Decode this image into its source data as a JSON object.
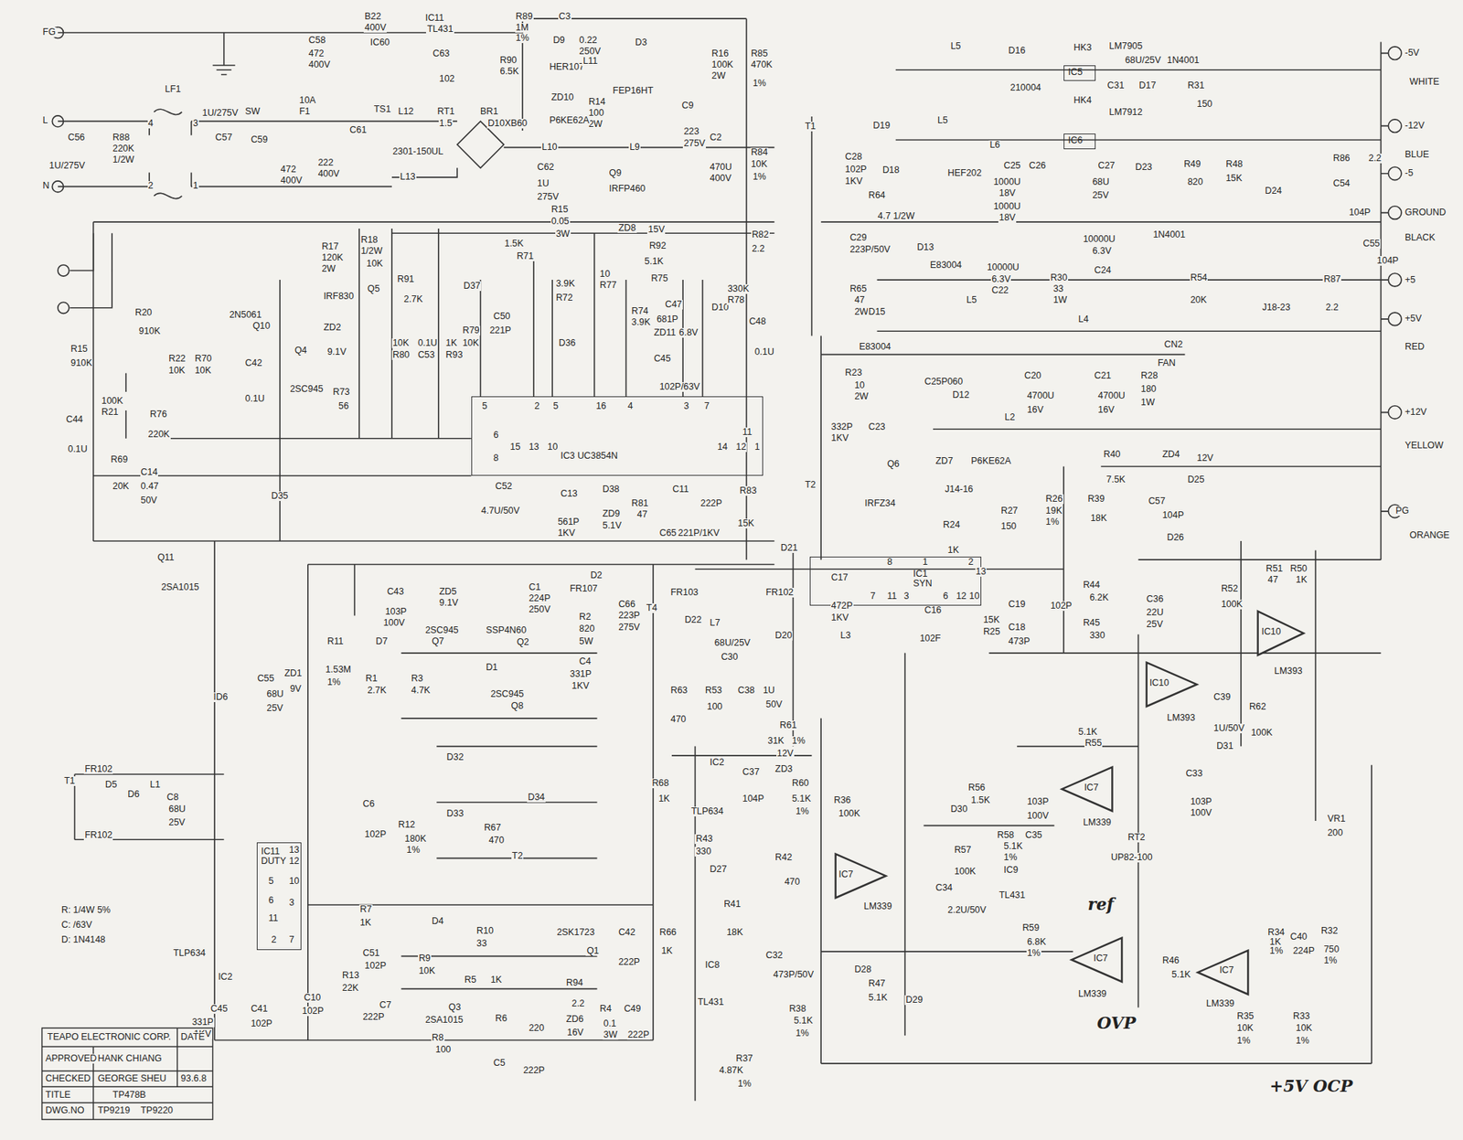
{
  "diagram": {
    "nodes": [
      {
        "text": [
          "IC3 UC3854N"
        ]
      },
      {
        "text": [
          "IC1 SYN"
        ]
      },
      {
        "text": [
          "IC11 DUTY"
        ]
      },
      {
        "text": [
          "IC5"
        ]
      },
      {
        "text": [
          "IC6"
        ]
      },
      {
        "text": [
          "IC10"
        ]
      },
      {
        "text": [
          "IC10"
        ]
      },
      {
        "text": [
          "IC7"
        ]
      },
      {
        "text": [
          "IC7"
        ]
      },
      {
        "text": [
          "IC7"
        ]
      },
      {
        "text": [
          "IC7"
        ]
      }
    ],
    "labels": [
      "FG",
      "L",
      "N",
      "C56",
      "1U/275V",
      "R88",
      "220K",
      "1/2W",
      "LF1",
      "4",
      "3",
      "2",
      "1",
      "1U/275V",
      "C57",
      "SW",
      "C59",
      "10A",
      "F1",
      "472",
      "400V",
      "C58",
      "472",
      "400V",
      "B22",
      "400V",
      "IC60",
      "C61",
      "222",
      "400V",
      "TS1",
      "L12",
      "RT1",
      "1.5",
      "2301-150UL",
      "L13",
      "BR1",
      "D10XB60",
      "IC11",
      "TL431",
      "C63",
      "102",
      "R90",
      "6.5K",
      "R89",
      "1M",
      "1%",
      "C3",
      "D9",
      "0.22",
      "250V",
      "HER107",
      "L11",
      "D3",
      "FEP16HT",
      "ZD10",
      "R14",
      "100",
      "2W",
      "P6KE62A",
      "L10",
      "L9",
      "C9",
      "223",
      "275V",
      "C2",
      "470U",
      "400V",
      "R16",
      "100K",
      "2W",
      "R85",
      "470K",
      "1%",
      "R84",
      "10K",
      "1%",
      "C62",
      "1U",
      "275V",
      "Q9",
      "IRFP460",
      "R15",
      "0.05",
      "3W",
      "ZD8",
      "15V",
      "R92",
      "5.1K",
      "R82",
      "2.2",
      "1.5K",
      "R71",
      "R17",
      "120K",
      "2W",
      "R18",
      "1/2W",
      "10K",
      "IRF830",
      "Q5",
      "R91",
      "2.7K",
      "D37",
      "R20",
      "910K",
      "2N5061",
      "Q10",
      "ZD2",
      "9.1V",
      "Q4",
      "2SC945",
      "R73",
      "56",
      "R15",
      "910K",
      "R22",
      "10K",
      "R70",
      "10K",
      "C42",
      "0.1U",
      "C44",
      "0.1U",
      "100K",
      "R21",
      "R76",
      "220K",
      "R69",
      "20K",
      "C14",
      "0.47",
      "50V",
      "Q11",
      "2SA1015",
      "D35",
      "10K",
      "R80",
      "0.1U",
      "C53",
      "1K",
      "R93",
      "R79",
      "10K",
      "C50",
      "221P",
      "3.9K",
      "R72",
      "D36",
      "10",
      "R77",
      "R75",
      "R74",
      "3.9K",
      "C47",
      "681P",
      "ZD11",
      "6.8V",
      "C45",
      "102P/63V",
      "D10",
      "330K",
      "R78",
      "C48",
      "0.1U",
      "5",
      "2",
      "5",
      "16",
      "4",
      "3",
      "7",
      "11",
      "6",
      "8",
      "15",
      "13",
      "10",
      "14",
      "12",
      "1",
      "C52",
      "4.7U/50V",
      "561P",
      "1KV",
      "C13",
      "D38",
      "ZD9",
      "5.1V",
      "R81",
      "47",
      "C11",
      "222P",
      "C65",
      "221P/1KV",
      "R83",
      "15K",
      "C43",
      "103P",
      "100V",
      "ZD5",
      "9.1V",
      "C1",
      "224P",
      "250V",
      "D2",
      "FR107",
      "R2",
      "820",
      "5W",
      "C66",
      "223P",
      "275V",
      "T4",
      "2SC945",
      "Q7",
      "SSP4N60",
      "Q2",
      "R11",
      "1.53M",
      "1%",
      "D7",
      "R1",
      "2.7K",
      "R3",
      "4.7K",
      "D1",
      "C4",
      "331P",
      "1KV",
      "2SC945",
      "Q8",
      "C55",
      "68U",
      "25V",
      "ZD1",
      "9V",
      "ID6",
      "FR102",
      "D5",
      "L1",
      "T1",
      "D6",
      "C8",
      "68U",
      "25V",
      "FR102",
      "D32",
      "D34",
      "D33",
      "R67",
      "470",
      "T2",
      "C6",
      "102P",
      "R12",
      "180K",
      "1%",
      "13",
      "12",
      "5",
      "10",
      "6",
      "3",
      "11",
      "2",
      "7",
      "R7",
      "1K",
      "C51",
      "102P",
      "R13",
      "22K",
      "D4",
      "R10",
      "33",
      "2SK1723",
      "Q1",
      "C42",
      "222P",
      "R66",
      "1K",
      "R9",
      "10K",
      "R5",
      "1K",
      "R94",
      "2.2",
      "Q3",
      "2SA1015",
      "R6",
      "220",
      "ZD6",
      "16V",
      "R4",
      "0.1",
      "3W",
      "C49",
      "222P",
      "R8",
      "100",
      "C7",
      "222P",
      "C5",
      "222P",
      "TLP634",
      "IC2",
      "C45",
      "331P",
      "1KV",
      "C41",
      "102P",
      "C10",
      "102P",
      "R: 1/4W 5%",
      "C: /63V",
      "D: 1N4148",
      "TEAPO ELECTRONIC CORP.",
      "DATE",
      "APPROVED",
      "HANK CHIANG",
      "CHECKED",
      "GEORGE SHEU",
      "93.6.8",
      "TITLE",
      "TP478B",
      "DWG.NO",
      "TP9219",
      "TP9220",
      "L5",
      "D16",
      "210004",
      "HK3",
      "LM7905",
      "68U/25V",
      "1N4001",
      "-5V",
      "WHITE",
      "C31",
      "D17",
      "R31",
      "150",
      "HK4",
      "LM7912",
      "-12V",
      "BLUE",
      "T1",
      "D19",
      "L5",
      "L6",
      "C28",
      "102P",
      "1KV",
      "D18",
      "HEF202",
      "R64",
      "4.7 1/2W",
      "C25",
      "C26",
      "1000U",
      "18V",
      "1000U",
      "18V",
      "C27",
      "D23",
      "68U",
      "25V",
      "R49",
      "820",
      "R48",
      "15K",
      "R86",
      "2.2",
      "C54",
      "104P",
      "D24",
      "-5",
      "GROUND",
      "BLACK",
      "1N4001",
      "10000U",
      "6.3V",
      "C24",
      "C29",
      "223P/50V",
      "D13",
      "E83004",
      "10000U",
      "6.3V",
      "C22",
      "R30",
      "33",
      "1W",
      "R54",
      "20K",
      "C55",
      "104P",
      "R87",
      "2.2",
      "+5",
      "R65",
      "47",
      "2W",
      "D15",
      "L5",
      "L4",
      "J18-23",
      "+5V",
      "RED",
      "E83004",
      "CN2",
      "FAN",
      "R23",
      "10",
      "2W",
      "C25P060",
      "D12",
      "C20",
      "C21",
      "4700U",
      "16V",
      "4700U",
      "16V",
      "R28",
      "180",
      "1W",
      "L2",
      "+12V",
      "YELLOW",
      "332P",
      "1KV",
      "C23",
      "ZD7",
      "P6KE62A",
      "Q6",
      "J14-16",
      "R40",
      "7.5K",
      "ZD4",
      "12V",
      "D25",
      "T2",
      "IRFZ34",
      "R24",
      "1K",
      "R27",
      "150",
      "R26",
      "19K",
      "1%",
      "R39",
      "18K",
      "C57",
      "104P",
      "D26",
      "PG",
      "ORANGE",
      "8",
      "1",
      "2",
      "13",
      "7",
      "11",
      "3",
      "6",
      "12",
      "10",
      "C17",
      "472P",
      "1KV",
      "L3",
      "C16",
      "102F",
      "15K",
      "R25",
      "C18",
      "473P",
      "C19",
      "102P",
      "R44",
      "6.2K",
      "R45",
      "330",
      "C36",
      "22U",
      "25V",
      "R52",
      "100K",
      "R51",
      "47",
      "R50",
      "1K",
      "LM393",
      "LM393",
      "C39",
      "1U/50V",
      "R62",
      "100K",
      "D31",
      "D21",
      "FR102",
      "FR103",
      "D22",
      "L7",
      "68U/25V",
      "C30",
      "D20",
      "C38",
      "1U",
      "50V",
      "R63",
      "470",
      "R53",
      "100",
      "R61",
      "31K",
      "1%",
      "IC2",
      "C37",
      "104P",
      "12V",
      "ZD3",
      "R60",
      "5.1K",
      "1%",
      "R36",
      "100K",
      "R68",
      "1K",
      "TLP634",
      "R43",
      "330",
      "D27",
      "R42",
      "470",
      "R41",
      "18K",
      "IC8",
      "TL431",
      "C32",
      "473P/50V",
      "R38",
      "5.1K",
      "1%",
      "R37",
      "4.87K",
      "1%",
      "LM339",
      "D30",
      "R57",
      "100K",
      "C34",
      "2.2U/50V",
      "R56",
      "1.5K",
      "R58",
      "5.1K",
      "1%",
      "C35",
      "103P",
      "100V",
      "IC9",
      "TL431",
      "R59",
      "6.8K",
      "1%",
      "5.1K",
      "R55",
      "LM339",
      "RT2",
      "UP82-100",
      "ref",
      "C33",
      "103P",
      "100V",
      "D28",
      "R47",
      "5.1K",
      "D29",
      "LM339",
      "OVP",
      "R46",
      "5.1K",
      "LM339",
      "R35",
      "10K",
      "1%",
      "R34",
      "1K",
      "1%",
      "VR1",
      "200",
      "C40",
      "224P",
      "R32",
      "750",
      "1%",
      "R33",
      "10K",
      "1%",
      "+5V OCP"
    ]
  }
}
